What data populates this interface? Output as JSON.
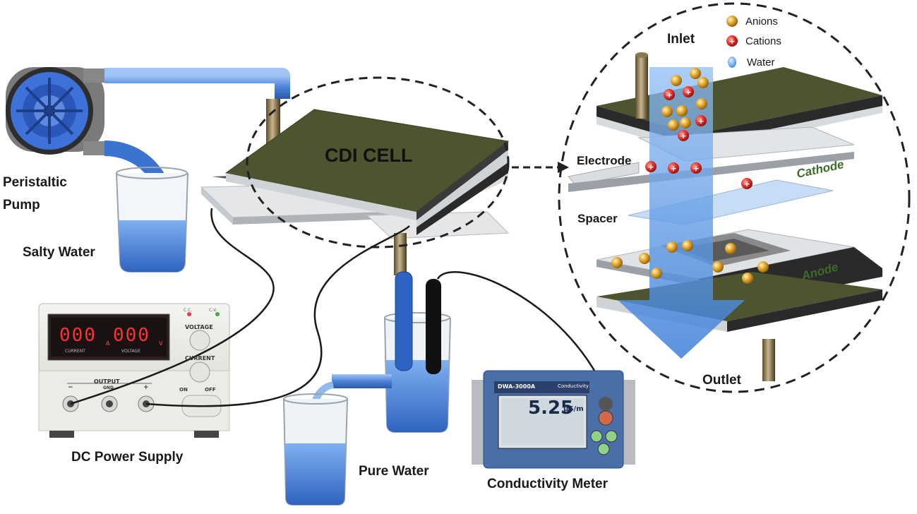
{
  "labels": {
    "peristaltic_pump": [
      "Peristaltic",
      "Pump"
    ],
    "salty_water": "Salty Water",
    "cdi_cell": "CDI CELL",
    "dc_power_supply": "DC Power Supply",
    "pure_water": "Pure Water",
    "conductivity_meter": "Conductivity Meter",
    "inlet": "Inlet",
    "outlet": "Outlet",
    "electrode": "Electrode",
    "spacer": "Spacer",
    "cathode": "Cathode",
    "anode": "Anode"
  },
  "legend": {
    "anions": "Anions",
    "cations": "Cations",
    "water": "Water"
  },
  "power_supply": {
    "current_display": "000",
    "voltage_display": "000",
    "current_unit": "A",
    "voltage_unit": "V",
    "current_caption": "CURRENT",
    "voltage_caption": "VOLTAGE",
    "voltage_knob": "VOLTAGE",
    "current_knob": "CURRENT",
    "output": "OUTPUT",
    "minus": "−",
    "gnd": "GND",
    "plus": "+",
    "on": "ON",
    "off": "OFF",
    "cc": "C.C.",
    "cv": "C.V."
  },
  "meter": {
    "model": "DWA-3000A",
    "mode": "Conductivity",
    "reading": "5.25",
    "unit": "μS/m"
  },
  "colors": {
    "water_blue": "#4a7fd6",
    "electrode_green": "#4a5a2a",
    "plate_gray": "#d9dcde",
    "anion_gold": "#d9a12a",
    "cation_red": "#e0302a"
  }
}
